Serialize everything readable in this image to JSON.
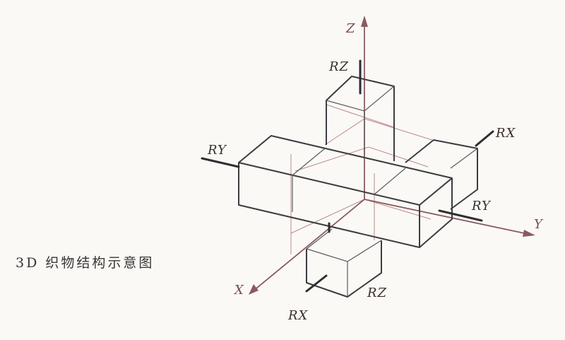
{
  "diagram": {
    "axes": {
      "z": "Z",
      "y": "Y",
      "x": "X"
    },
    "rotations": {
      "rz_top": "RZ",
      "rx_right": "RX",
      "ry_left": "RY",
      "ry_right": "RY",
      "rz_bottom": "RZ",
      "rx_bottom": "RX"
    },
    "caption": "3D 织物结构示意图",
    "colors": {
      "line": "#3c3c40",
      "axis": "#8a5a60",
      "hidden": "#b88a90",
      "background": "#fbf9f5"
    }
  }
}
